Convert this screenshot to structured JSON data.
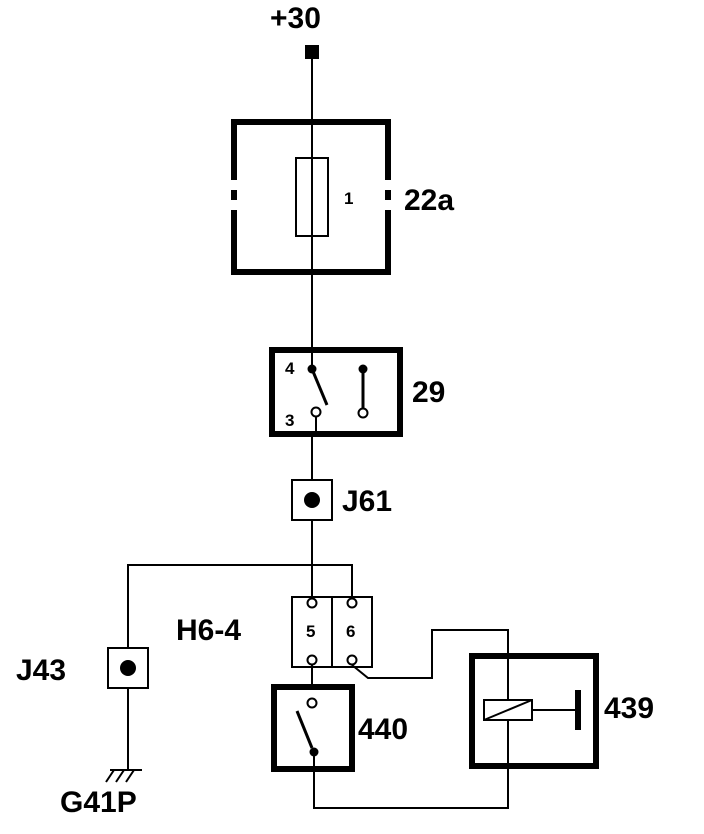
{
  "supply": {
    "label": "+30"
  },
  "fuse_box": {
    "id": "22a",
    "fuse_number": "1"
  },
  "switch_29": {
    "id": "29",
    "pin_top": "4",
    "pin_bottom": "3"
  },
  "connector_j61": {
    "id": "J61"
  },
  "connector_h6": {
    "id": "H6-4",
    "pin_a": "5",
    "pin_b": "6"
  },
  "connector_j43": {
    "id": "J43"
  },
  "ground": {
    "id": "G41P"
  },
  "switch_440": {
    "id": "440"
  },
  "relay_439": {
    "id": "439"
  }
}
